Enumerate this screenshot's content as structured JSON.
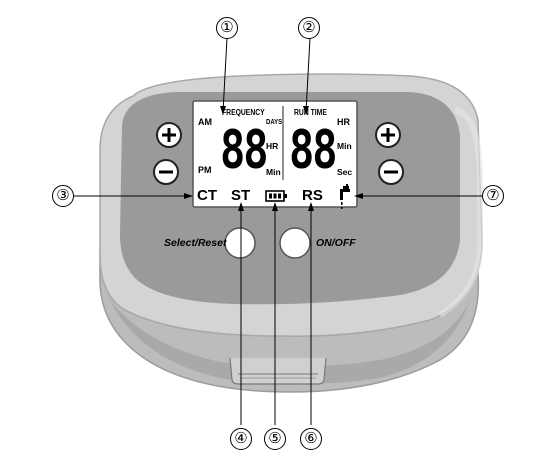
{
  "callouts": [
    "①",
    "②",
    "③",
    "④",
    "⑤",
    "⑥",
    "⑦"
  ],
  "lcd": {
    "frequency_label": "FREQUENCY",
    "run_time_label": "RUN TIME",
    "am_label": "AM",
    "pm_label": "PM",
    "days_label": "DAYS",
    "hr_label_left": "HR",
    "min_label_left": "Min",
    "hr_label_right": "HR",
    "min_label_right": "Min",
    "sec_label": "Sec",
    "left_digits": "88",
    "right_digits": "88",
    "ct_label": "CT",
    "st_label": "ST",
    "rs_label": "RS"
  },
  "buttons": {
    "select_reset_label": "Select/Reset",
    "on_off_label": "ON/OFF"
  },
  "colors": {
    "body_top": "#cfcfcf",
    "body_bottom": "#bdbdbd",
    "panel": "#9a9a9a",
    "lcd_bg": "#ffffff"
  },
  "icons": [
    "plus-icon",
    "minus-icon",
    "battery-icon",
    "faucet-icon"
  ]
}
